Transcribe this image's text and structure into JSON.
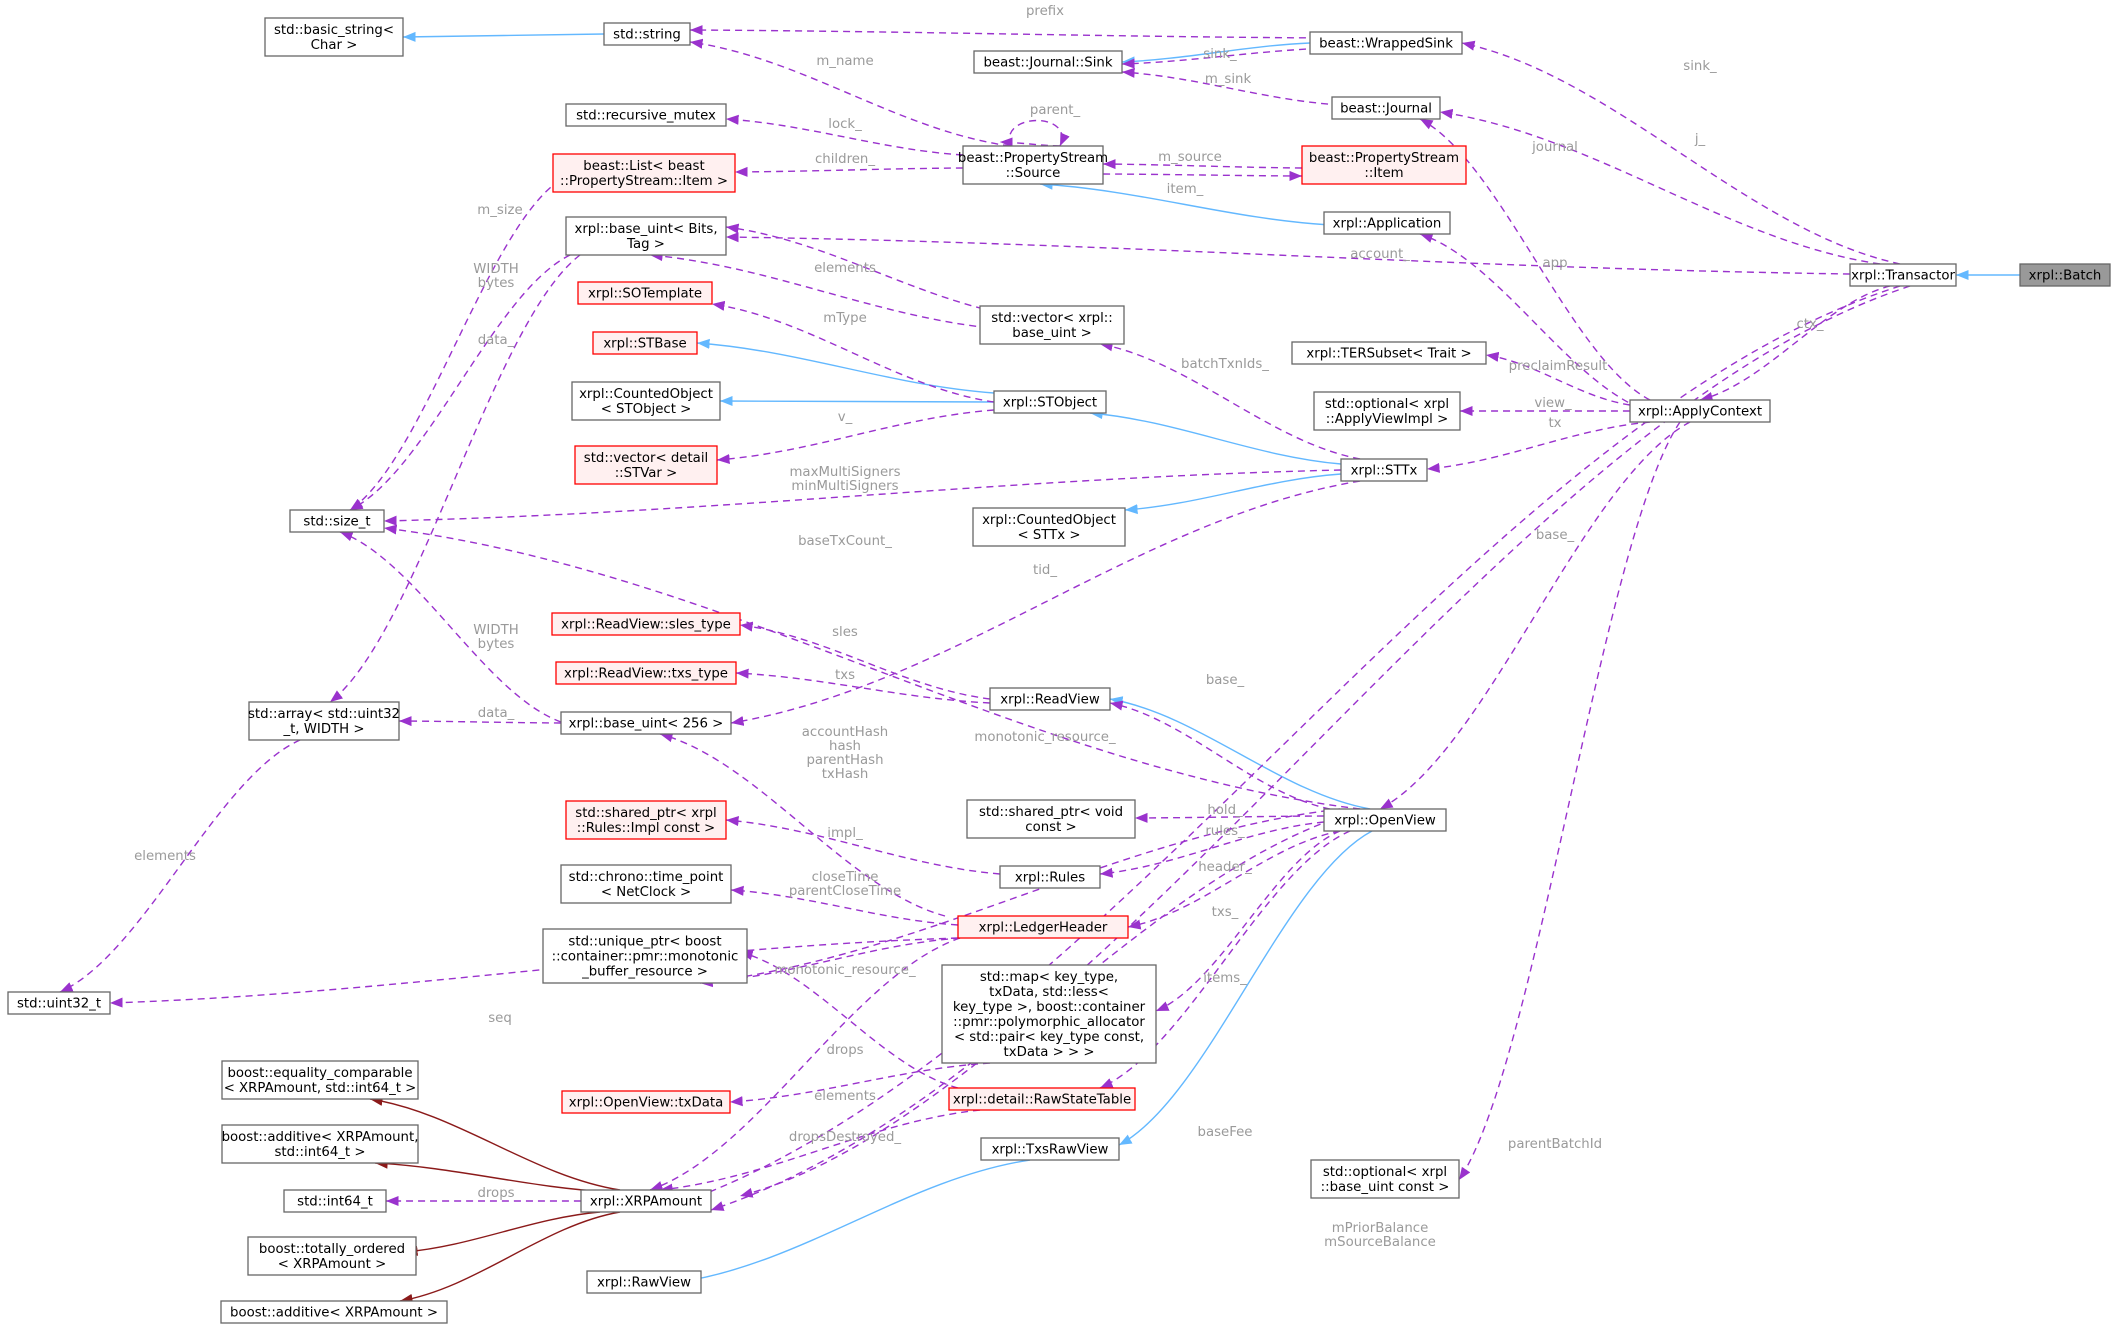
{
  "nodes": [
    {
      "id": "basic_string",
      "lines": [
        "std::basic_string<",
        "Char >"
      ],
      "style": "normal"
    },
    {
      "id": "string",
      "lines": [
        "std::string"
      ],
      "style": "normal"
    },
    {
      "id": "recursive_mutex",
      "lines": [
        "std::recursive_mutex"
      ],
      "style": "normal"
    },
    {
      "id": "list_item",
      "lines": [
        "beast::List< beast",
        "::PropertyStream::Item >"
      ],
      "style": "red"
    },
    {
      "id": "base_uint_bits",
      "lines": [
        "xrpl::base_uint< Bits,",
        "Tag >"
      ],
      "style": "normal"
    },
    {
      "id": "sotemplate",
      "lines": [
        "xrpl::SOTemplate"
      ],
      "style": "red"
    },
    {
      "id": "stbase",
      "lines": [
        "xrpl::STBase"
      ],
      "style": "red"
    },
    {
      "id": "counted_stobject",
      "lines": [
        "xrpl::CountedObject",
        "< STObject >"
      ],
      "style": "normal"
    },
    {
      "id": "vector_stvar",
      "lines": [
        "std::vector< detail",
        "::STVar >"
      ],
      "style": "red"
    },
    {
      "id": "size_t",
      "lines": [
        "std::size_t"
      ],
      "style": "normal"
    },
    {
      "id": "sles_type",
      "lines": [
        "xrpl::ReadView::sles_type"
      ],
      "style": "red"
    },
    {
      "id": "txs_type",
      "lines": [
        "xrpl::ReadView::txs_type"
      ],
      "style": "red"
    },
    {
      "id": "array_uint32",
      "lines": [
        "std::array< std::uint32",
        "_t, WIDTH >"
      ],
      "style": "normal"
    },
    {
      "id": "base_uint_256",
      "lines": [
        "xrpl::base_uint< 256 >"
      ],
      "style": "normal"
    },
    {
      "id": "shared_rules_impl",
      "lines": [
        "std::shared_ptr< xrpl",
        "::Rules::Impl const >"
      ],
      "style": "red"
    },
    {
      "id": "time_point",
      "lines": [
        "std::chrono::time_point",
        "< NetClock >"
      ],
      "style": "normal"
    },
    {
      "id": "unique_ptr_boost",
      "lines": [
        "std::unique_ptr< boost",
        "::container::pmr::monotonic",
        "_buffer_resource >"
      ],
      "style": "normal"
    },
    {
      "id": "uint32_t",
      "lines": [
        "std::uint32_t"
      ],
      "style": "normal"
    },
    {
      "id": "eq_comparable",
      "lines": [
        "boost::equality_comparable",
        "< XRPAmount, std::int64_t >"
      ],
      "style": "normal"
    },
    {
      "id": "additive_int64",
      "lines": [
        "boost::additive< XRPAmount,",
        "std::int64_t >"
      ],
      "style": "normal"
    },
    {
      "id": "int64_t",
      "lines": [
        "std::int64_t"
      ],
      "style": "normal"
    },
    {
      "id": "totally_ordered",
      "lines": [
        "boost::totally_ordered",
        "< XRPAmount >"
      ],
      "style": "normal"
    },
    {
      "id": "additive_xrp",
      "lines": [
        "boost::additive< XRPAmount >"
      ],
      "style": "normal"
    },
    {
      "id": "txdata",
      "lines": [
        "xrpl::OpenView::txData"
      ],
      "style": "red"
    },
    {
      "id": "xrpamount",
      "lines": [
        "xrpl::XRPAmount"
      ],
      "style": "normal"
    },
    {
      "id": "rawview",
      "lines": [
        "xrpl::RawView"
      ],
      "style": "normal"
    },
    {
      "id": "journal_sink",
      "lines": [
        "beast::Journal::Sink"
      ],
      "style": "normal"
    },
    {
      "id": "wrapped_sink",
      "lines": [
        "beast::WrappedSink"
      ],
      "style": "normal"
    },
    {
      "id": "journal",
      "lines": [
        "beast::Journal"
      ],
      "style": "normal"
    },
    {
      "id": "ps_source",
      "lines": [
        "beast::PropertyStream",
        "::Source"
      ],
      "style": "normal"
    },
    {
      "id": "ps_item",
      "lines": [
        "beast::PropertyStream",
        "::Item"
      ],
      "style": "red"
    },
    {
      "id": "application",
      "lines": [
        "xrpl::Application"
      ],
      "style": "normal"
    },
    {
      "id": "vector_base_uint",
      "lines": [
        "std::vector< xrpl::",
        "base_uint >"
      ],
      "style": "normal"
    },
    {
      "id": "stobject",
      "lines": [
        "xrpl::STObject"
      ],
      "style": "normal"
    },
    {
      "id": "counted_sttx",
      "lines": [
        "xrpl::CountedObject",
        "< STTx >"
      ],
      "style": "normal"
    },
    {
      "id": "readview",
      "lines": [
        "xrpl::ReadView"
      ],
      "style": "normal"
    },
    {
      "id": "shared_void",
      "lines": [
        "std::shared_ptr< void",
        "const >"
      ],
      "style": "normal"
    },
    {
      "id": "rules",
      "lines": [
        "xrpl::Rules"
      ],
      "style": "normal"
    },
    {
      "id": "ledger_header",
      "lines": [
        "xrpl::LedgerHeader"
      ],
      "style": "red"
    },
    {
      "id": "std_map",
      "lines": [
        "std::map< key_type,",
        "txData, std::less<",
        "key_type >, boost::container",
        "::pmr::polymorphic_allocator",
        "< std::pair< key_type const,",
        "txData > > >"
      ],
      "style": "normal"
    },
    {
      "id": "raw_state_table",
      "lines": [
        "xrpl::detail::RawStateTable"
      ],
      "style": "red"
    },
    {
      "id": "txs_raw_view",
      "lines": [
        "xrpl::TxsRawView"
      ],
      "style": "normal"
    },
    {
      "id": "ter_subset",
      "lines": [
        "xrpl::TERSubset< Trait >"
      ],
      "style": "normal"
    },
    {
      "id": "optional_applyview",
      "lines": [
        "std::optional< xrpl",
        "::ApplyViewImpl >"
      ],
      "style": "normal"
    },
    {
      "id": "sttx",
      "lines": [
        "xrpl::STTx"
      ],
      "style": "normal"
    },
    {
      "id": "openview",
      "lines": [
        "xrpl::OpenView"
      ],
      "style": "normal"
    },
    {
      "id": "optional_base_uint",
      "lines": [
        "std::optional< xrpl",
        "::base_uint const >"
      ],
      "style": "normal"
    },
    {
      "id": "apply_context",
      "lines": [
        "xrpl::ApplyContext"
      ],
      "style": "normal"
    },
    {
      "id": "transactor",
      "lines": [
        "xrpl::Transactor"
      ],
      "style": "normal"
    },
    {
      "id": "batch",
      "lines": [
        "xrpl::Batch"
      ],
      "style": "focus"
    }
  ],
  "edge_labels": {
    "prefix": "prefix",
    "sink_ws": "sink_",
    "m_sink": "m_sink",
    "sink_tr": "sink_",
    "m_name": "m_name",
    "parent": "parent_",
    "lock": "lock_",
    "children": "children_",
    "m_source": "m_source",
    "item": "item_",
    "journal": "journal",
    "j": "j_",
    "m_size": "m_size",
    "account": "account_",
    "app": "app",
    "width_bytes_1": [
      "WIDTH",
      "bytes"
    ],
    "data_1": "data_",
    "elements_1": "elements",
    "mtype": "mType",
    "batchtxnids": "batchTxnIds_",
    "ctx": "ctx_",
    "preclaim": "preclaimResult",
    "view": "view_",
    "tx": "tx",
    "v": "v_",
    "multisigners": [
      "maxMultiSigners",
      "minMultiSigners"
    ],
    "basetxcount": "baseTxCount_",
    "base_ac": "base_",
    "tid": "tid_",
    "width_bytes_2": [
      "WIDTH",
      "bytes"
    ],
    "sles": "sles",
    "base_rv": "base_",
    "txs_rv": "txs",
    "data_2": "data_",
    "hashes": [
      "accountHash",
      "hash",
      "parentHash",
      "txHash"
    ],
    "monotonic_1": "monotonic_resource_",
    "hold": "hold_",
    "rules": "rules_",
    "impl": "impl_",
    "header": "header_",
    "closetime": [
      "closeTime",
      "parentCloseTime"
    ],
    "elements_2": "elements",
    "txs_ov": "txs_",
    "monotonic_2": "monotonic_resource_",
    "items": "items_",
    "seq": "seq",
    "drops_1": "drops",
    "elements_3": "elements",
    "dropsdestroyed": "dropsDestroyed_",
    "basefee": "baseFee",
    "parentbatchid": "parentBatchId",
    "drops_2": "drops",
    "balances": [
      "mPriorBalance",
      "mSourceBalance"
    ]
  },
  "colors": {
    "usage_edge": "#9a32cd",
    "inherit_edge": "#63b8ff",
    "private_inherit_edge": "#8b1a1a",
    "red_border": "#ff0000",
    "red_fill": "#fff0f0",
    "focus_fill": "#999999",
    "label_text": "#9a9a9a"
  }
}
